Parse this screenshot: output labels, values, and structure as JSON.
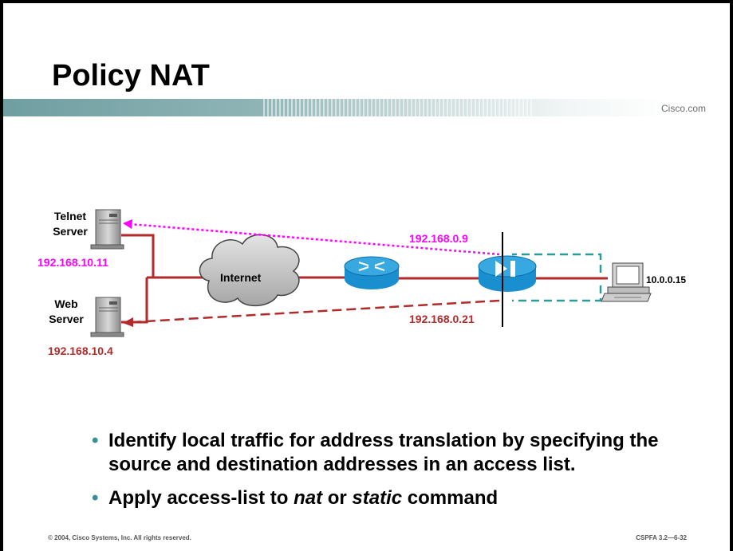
{
  "title": "Policy NAT",
  "header_brand": "Cisco.com",
  "diagram": {
    "telnet_server_label": "Telnet\nServer",
    "telnet_server_ip": "192.168.10.11",
    "web_server_label": "Web\nServer",
    "web_server_ip": "192.168.10.4",
    "internet_label": "Internet",
    "mapped_ip_telnet": "192.168.0.9",
    "mapped_ip_web": "192.168.0.21",
    "host_ip": "10.0.0.15"
  },
  "bullets": {
    "first_plain_1": "Identify local traffic for address translation by specifying the source and destination addresses in an access list.",
    "second_part_1": "Apply access-list to ",
    "second_italic_1": "nat",
    "second_part_2": " or ",
    "second_italic_2": "static",
    "second_part_3": " command"
  },
  "footer": {
    "copyright": "© 2004, Cisco Systems, Inc. All rights reserved.",
    "course_code": "CSPFA 3.2—6-32"
  },
  "colors": {
    "link": "#b22a2a",
    "telnet_flow": "#ff00ff",
    "web_flow": "#b22a2a",
    "nat_path": "#2e9a9a",
    "device_blue": "#1a8fd0"
  }
}
